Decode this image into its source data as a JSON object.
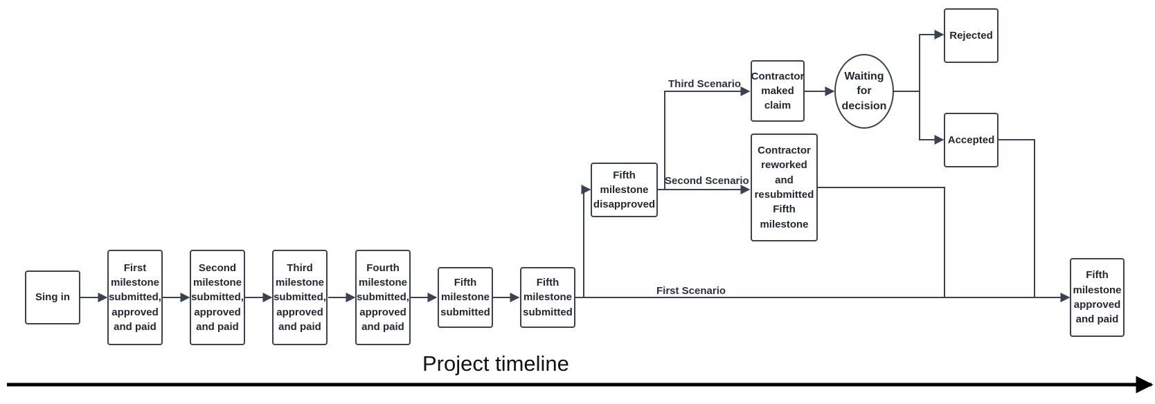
{
  "nodes": {
    "sign_in": "Sing in",
    "m1": "First\nmilestone\nsubmitted,\napproved\nand paid",
    "m2": "Second\nmilestone\nsubmitted,\napproved\nand paid",
    "m3": "Third\nmilestone\nsubmitted,\napproved\nand paid",
    "m4": "Fourth\nmilestone\nsubmitted,\napproved\nand paid",
    "m5a": "Fifth\nmilestone\nsubmitted",
    "m5b": "Fifth\nmilestone\nsubmitted",
    "disapproved": "Fifth\nmilestone\ndisapproved",
    "claim": "Contractor\nmaked\nclaim",
    "waiting": "Waiting\nfor\ndecision",
    "rejected": "Rejected",
    "accepted": "Accepted",
    "rework": "Contractor\nreworked\nand\nresubmitted\nFifth\nmilestone",
    "final": "Fifth\nmilestone\napproved\nand paid"
  },
  "edges": {
    "third": "Third Scenario",
    "second": "Second Scenario",
    "first": "First Scenario"
  },
  "timeline": "Project timeline",
  "colors": {
    "stroke": "#3a4150",
    "timeline": "#000000"
  }
}
